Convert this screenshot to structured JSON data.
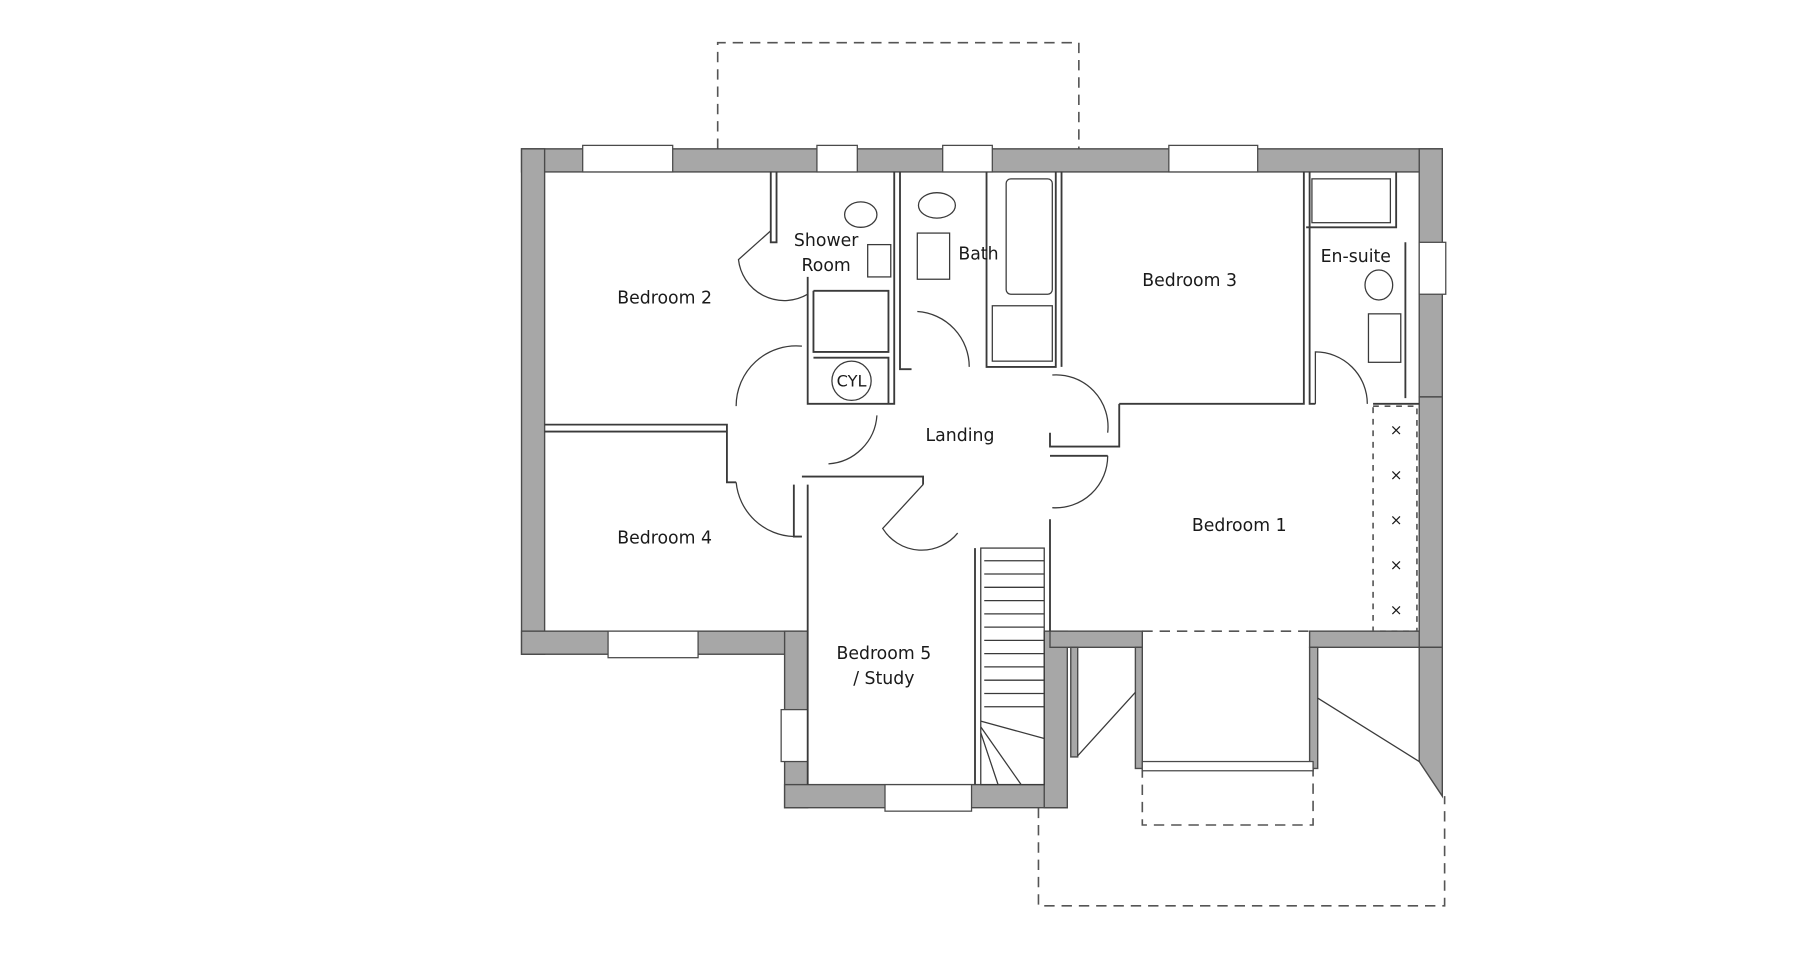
{
  "floorplan": {
    "rooms": {
      "bedroom_2": "Bedroom 2",
      "shower_room_line1": "Shower",
      "shower_room_line2": "Room",
      "bath": "Bath",
      "bedroom_3": "Bedroom 3",
      "en_suite": "En-suite",
      "cylinder": "CYL",
      "landing": "Landing",
      "bedroom_1": "Bedroom 1",
      "bedroom_4": "Bedroom 4",
      "bedroom_5_line1": "Bedroom 5",
      "bedroom_5_line2": "/ Study"
    },
    "colors": {
      "wall": "#a7a7a7",
      "line": "#3a3a3a"
    }
  }
}
